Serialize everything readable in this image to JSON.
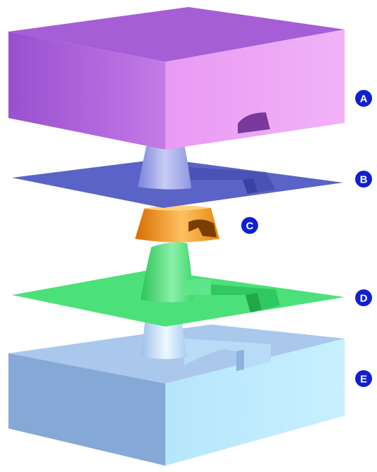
{
  "labels": [
    {
      "key": "a",
      "text": "A",
      "part": "top-mold-block"
    },
    {
      "key": "b",
      "text": "B",
      "part": "upper-parting-sheet"
    },
    {
      "key": "c",
      "text": "C",
      "part": "molded-part"
    },
    {
      "key": "d",
      "text": "D",
      "part": "lower-parting-sheet"
    },
    {
      "key": "e",
      "text": "E",
      "part": "bottom-mold-block"
    }
  ],
  "colors": {
    "label_badge": "#1020d0",
    "block_a": "#b070e0",
    "sheet_b": "#6070d0",
    "part_c": "#f08c10",
    "sheet_d": "#40e070",
    "block_e": "#a0d0f0"
  }
}
